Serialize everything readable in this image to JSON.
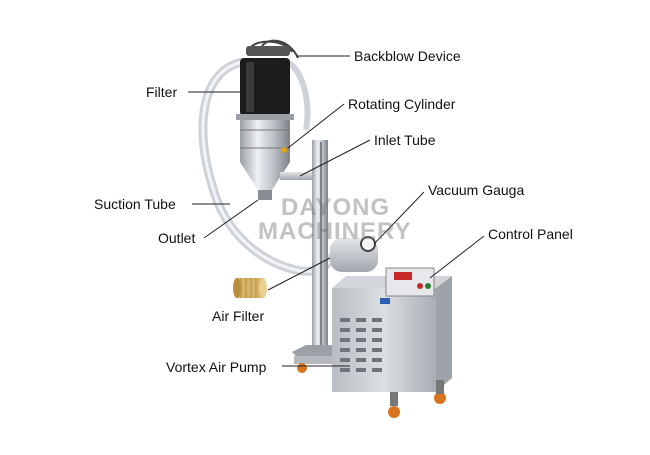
{
  "watermark": {
    "line1": "DAYONG",
    "line2": "MACHINERY"
  },
  "labels": {
    "backblow_device": "Backblow Device",
    "filter": "Filter",
    "rotating_cylinder": "Rotating Cylinder",
    "inlet_tube": "Inlet Tube",
    "suction_tube": "Suction Tube",
    "vacuum_gauga": "Vacuum Gauga",
    "outlet": "Outlet",
    "control_panel": "Control Panel",
    "air_filter": "Air Filter",
    "vortex_air_pump": "Vortex Air Pump"
  },
  "colors": {
    "steel": "#c9ccd1",
    "steel_dark": "#8a8e94",
    "filter_black": "#1c1c1c",
    "hose": "#dfe2e6",
    "wheel": "#d9731f",
    "panel_display": "#c62828",
    "air_filter": "#d8b46a"
  }
}
